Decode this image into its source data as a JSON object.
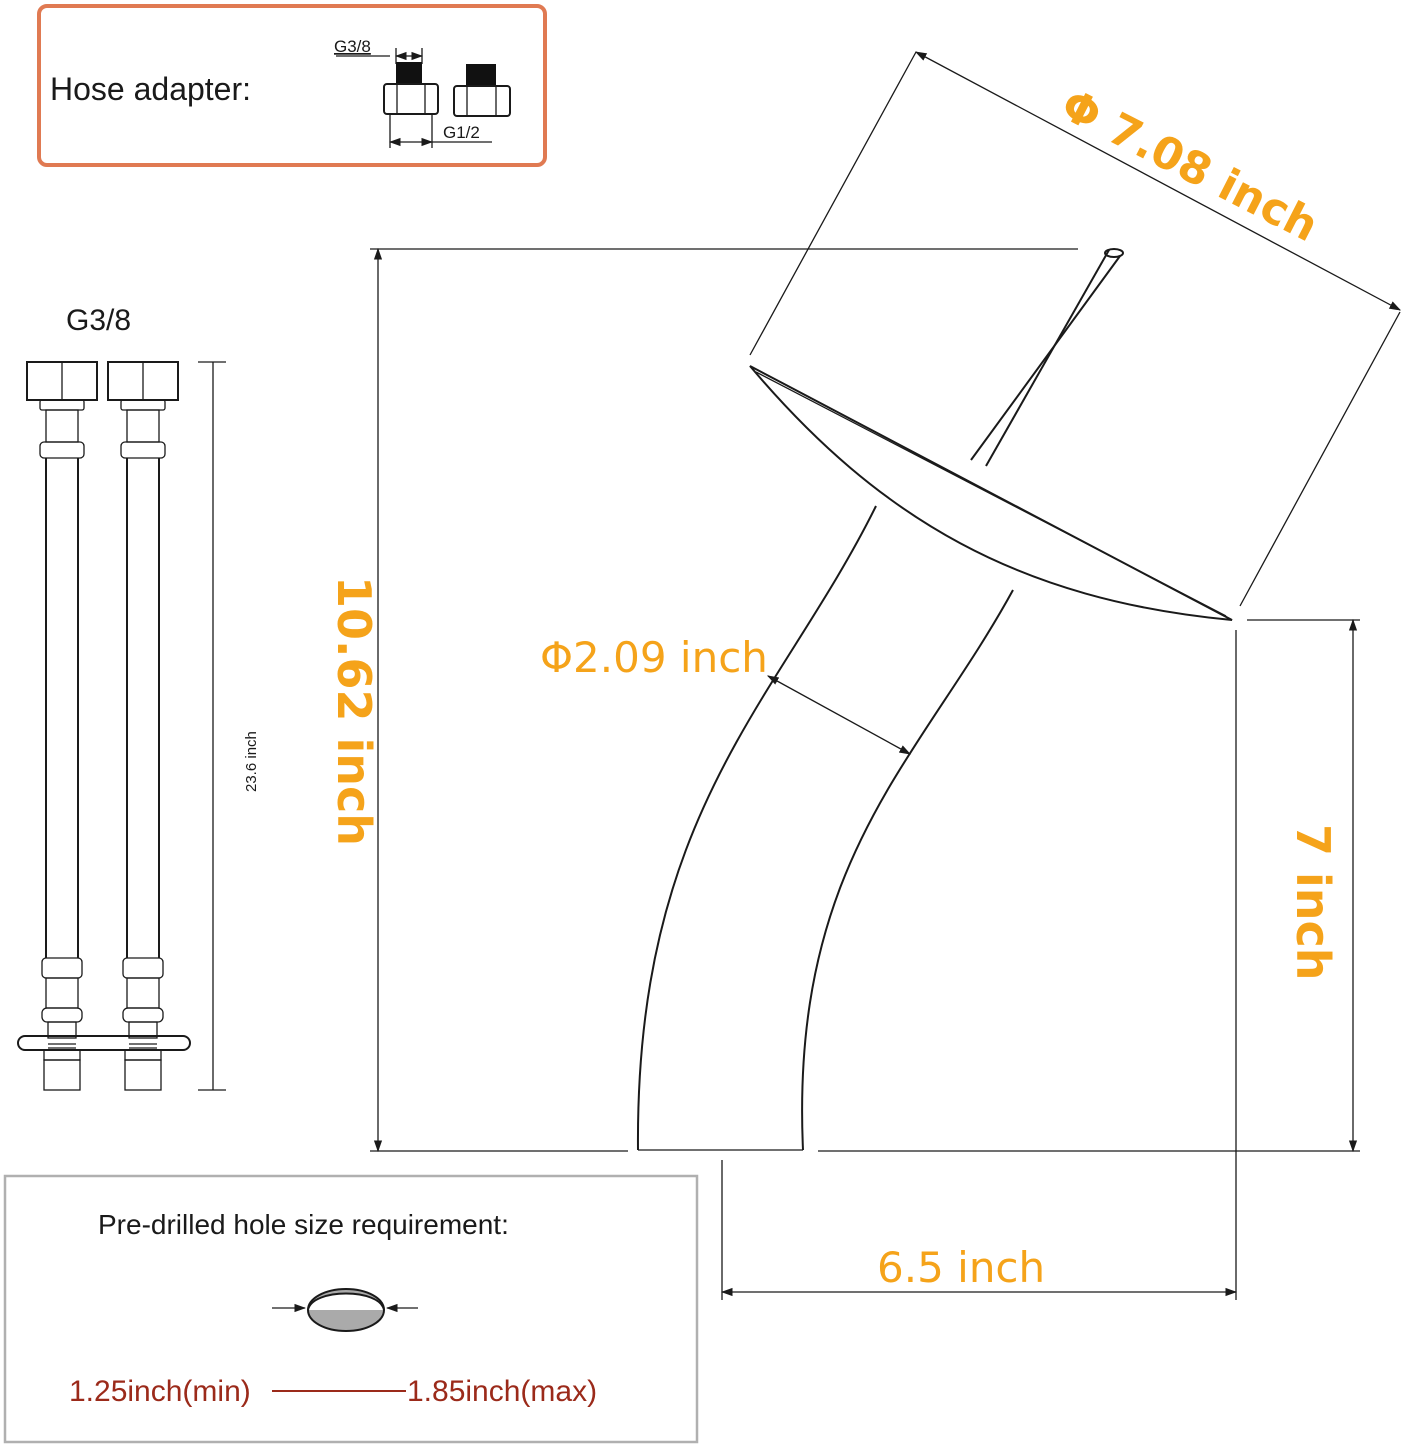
{
  "hose_adapter": {
    "title": "Hose adapter:",
    "top_thread": "G3/8",
    "bottom_thread": "G1/2"
  },
  "hoses": {
    "thread": "G3/8",
    "length": "23.6 inch"
  },
  "faucet": {
    "spout_diameter": "Φ 7.08 inch",
    "body_diameter": "Φ2.09 inch",
    "total_height": "10.62 inch",
    "spout_height": "7 inch",
    "reach": "6.5 inch"
  },
  "hole_requirement": {
    "title": "Pre-drilled hole size requirement:",
    "min": "1.25inch(min)",
    "max": "1.85inch(max)"
  },
  "colors": {
    "dimension": "#f5a31a",
    "adapter_border": "#e07a52",
    "hole_box_border": "#b0b0b0",
    "hole_text": "#9b2a1a",
    "line": "#1a1a1a"
  }
}
